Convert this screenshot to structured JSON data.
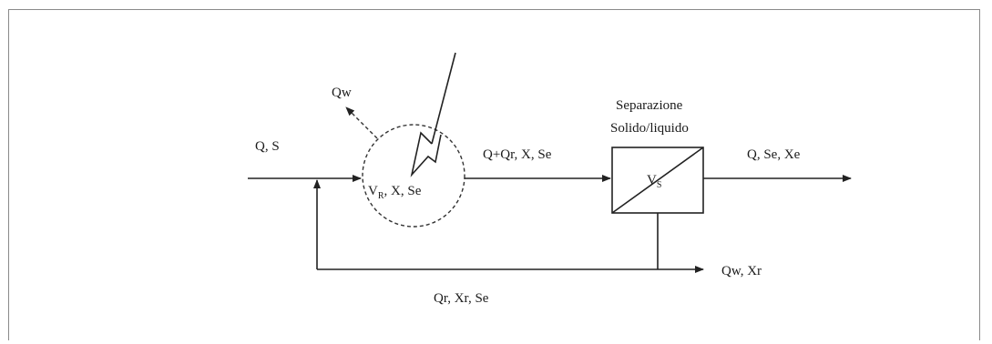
{
  "diagram": {
    "inlet_label": "Q, S",
    "purge_label": "Qw",
    "reactor_label_main": "V",
    "reactor_label_sub": "R",
    "reactor_label_rest": ", X, Se",
    "mid_flow_label": "Q+Qr, X, Se",
    "separator_title_line1": "Separazione",
    "separator_title_line2": "Solido/liquido",
    "separator_label_main": "V",
    "separator_label_sub": "S",
    "outlet_label": "Q, Se, Xe",
    "waste_label": "Qw, Xr",
    "recycle_label": "Qr, Xr, Se"
  }
}
